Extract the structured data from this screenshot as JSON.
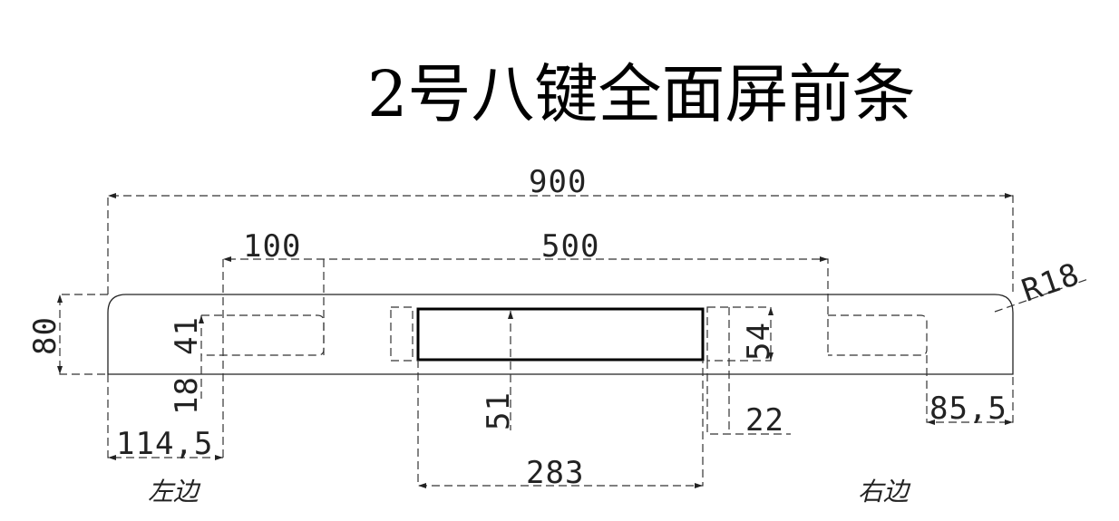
{
  "title": "2号八键全面屏前条",
  "dimensions": {
    "total_width": "900",
    "inner_span": "500",
    "left_slot_offset": "100",
    "height": "80",
    "slot_height": "41",
    "slot_bottom_offset": "18",
    "left_edge_offset": "114,5",
    "screen_height": "54",
    "screen_bottom_offset": "51",
    "screen_width": "283",
    "right_gap": "22",
    "right_edge_offset": "85,5",
    "corner_radius": "R18"
  },
  "labels": {
    "left_side": "左边",
    "right_side": "右边"
  }
}
